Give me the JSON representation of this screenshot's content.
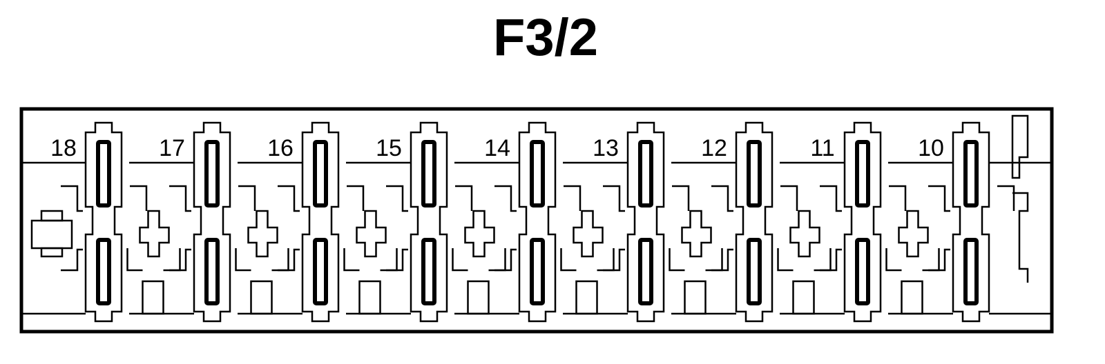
{
  "title": "F3/2",
  "fuses": [
    {
      "number": "18"
    },
    {
      "number": "17"
    },
    {
      "number": "16"
    },
    {
      "number": "15"
    },
    {
      "number": "14"
    },
    {
      "number": "13"
    },
    {
      "number": "12"
    },
    {
      "number": "11"
    },
    {
      "number": "10"
    }
  ],
  "colors": {
    "line": "#000000",
    "background": "#ffffff"
  }
}
